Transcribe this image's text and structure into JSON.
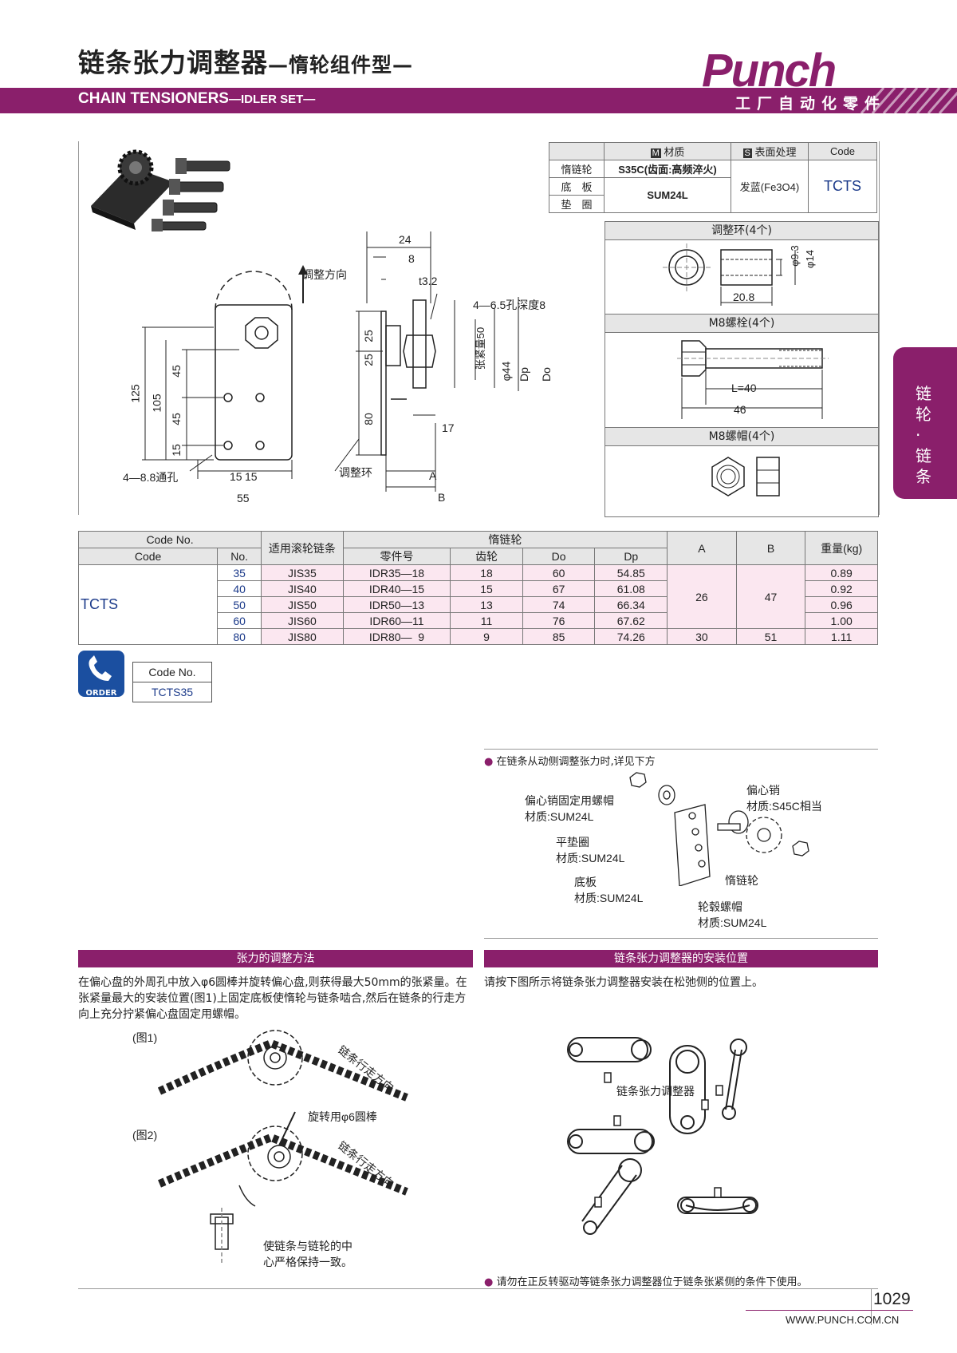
{
  "header": {
    "title_cn": "链条张力调整器",
    "title_cn_sub": "—惰轮组件型—",
    "title_en": "CHAIN TENSIONERS",
    "title_en_sub": "—IDLER SET—",
    "brand": "Punch",
    "brand_sub": "工厂自动化零件",
    "side_tab": "链轮·链条"
  },
  "material_table": {
    "col_material": "材质",
    "col_surface": "表面处理",
    "col_code": "Code",
    "badge_m": "M",
    "badge_s": "S",
    "rows": [
      {
        "part": "惰链轮",
        "material": "S35C(齿面:高频淬火)"
      },
      {
        "part": "底　板",
        "material": "SUM24L"
      },
      {
        "part": "垫　圈",
        "material": ""
      }
    ],
    "surface": "发蓝(Fe3O4)",
    "code": "TCTS"
  },
  "parts": {
    "ring_title": "调整环(4个)",
    "ring_dims": [
      "φ9.3",
      "φ14",
      "20.8"
    ],
    "bolt_title": "M8螺栓(4个)",
    "bolt_dims": [
      "L=40",
      "46"
    ],
    "nut_title": "M8螺帽(4个)"
  },
  "drawing": {
    "adjust_dir": "调整方向",
    "hole_label": "4—6.5孔深度8",
    "through_hole": "4—8.8通孔",
    "ring_label": "调整环",
    "dims_left": [
      "125",
      "105",
      "45",
      "45",
      "15",
      "15",
      "15",
      "55"
    ],
    "dims_right": [
      "24",
      "8",
      "t3.2",
      "25",
      "25",
      "80",
      "张紧量50",
      "φ44",
      "Dp",
      "Do",
      "17",
      "A",
      "B"
    ]
  },
  "spec_table": {
    "h_codeno": "Code No.",
    "h_code": "Code",
    "h_no": "No.",
    "h_chain": "适用滚轮链条",
    "h_idler": "惰链轮",
    "h_part": "零件号",
    "h_teeth": "齿轮",
    "h_do": "Do",
    "h_dp": "Dp",
    "h_a": "A",
    "h_b": "B",
    "h_weight": "重量(kg)",
    "code": "TCTS",
    "rows": [
      {
        "no": "35",
        "chain": "JIS35",
        "part": "IDR35—18",
        "teeth": "18",
        "do": "60",
        "dp": "54.85",
        "weight": "0.89"
      },
      {
        "no": "40",
        "chain": "JIS40",
        "part": "IDR40—15",
        "teeth": "15",
        "do": "67",
        "dp": "61.08",
        "weight": "0.92"
      },
      {
        "no": "50",
        "chain": "JIS50",
        "part": "IDR50—13",
        "teeth": "13",
        "do": "74",
        "dp": "66.34",
        "weight": "0.96"
      },
      {
        "no": "60",
        "chain": "JIS60",
        "part": "IDR60—11",
        "teeth": "11",
        "do": "76",
        "dp": "67.62",
        "weight": "1.00"
      },
      {
        "no": "80",
        "chain": "JIS80",
        "part": "IDR80—  9",
        "teeth": "9",
        "do": "85",
        "dp": "74.26",
        "weight": "1.11"
      }
    ],
    "a_group": "26",
    "b_group": "47",
    "a_last": "30",
    "b_last": "51"
  },
  "order": {
    "badge": "ORDER",
    "label": "Code No.",
    "example": "TCTS35"
  },
  "exploded": {
    "note": "在链条从动侧调整张力时,详见下方",
    "items": [
      {
        "name": "偏心销固定用螺帽",
        "material": "材质:SUM24L"
      },
      {
        "name": "平垫圈",
        "material": "材质:SUM24L"
      },
      {
        "name": "底板",
        "material": "材质:SUM24L"
      },
      {
        "name": "偏心销",
        "material": "材质:S45C相当"
      },
      {
        "name": "惰链轮",
        "material": ""
      },
      {
        "name": "轮毂螺帽",
        "material": "材质:SUM24L"
      }
    ]
  },
  "adjust_method": {
    "title": "张力的调整方法",
    "text": "在偏心盘的外周孔中放入φ6圆棒并旋转偏心盘,则获得最大50mm的张紧量。在张紧量最大的安装位置(图1)上固定底板使惰轮与链条啮合,然后在链条的行走方向上充分拧紧偏心盘固定用螺帽。",
    "fig1": "(图1)",
    "fig2": "(图2)",
    "dir1": "链条行走方向",
    "dir2": "链条行走方向",
    "rod": "旋转用φ6圆棒",
    "align_note_1": "使链条与链轮的中",
    "align_note_2": "心严格保持一致。"
  },
  "install": {
    "title": "链条张力调整器的安装位置",
    "text": "请按下图所示将链条张力调整器安装在松弛侧的位置上。",
    "label": "链条张力调整器",
    "warning": "请勿在正反转驱动等链条张力调整器位于链条张紧侧的条件下使用。"
  },
  "footer": {
    "page": "1029",
    "url": "WWW.PUNCH.COM.CN"
  }
}
